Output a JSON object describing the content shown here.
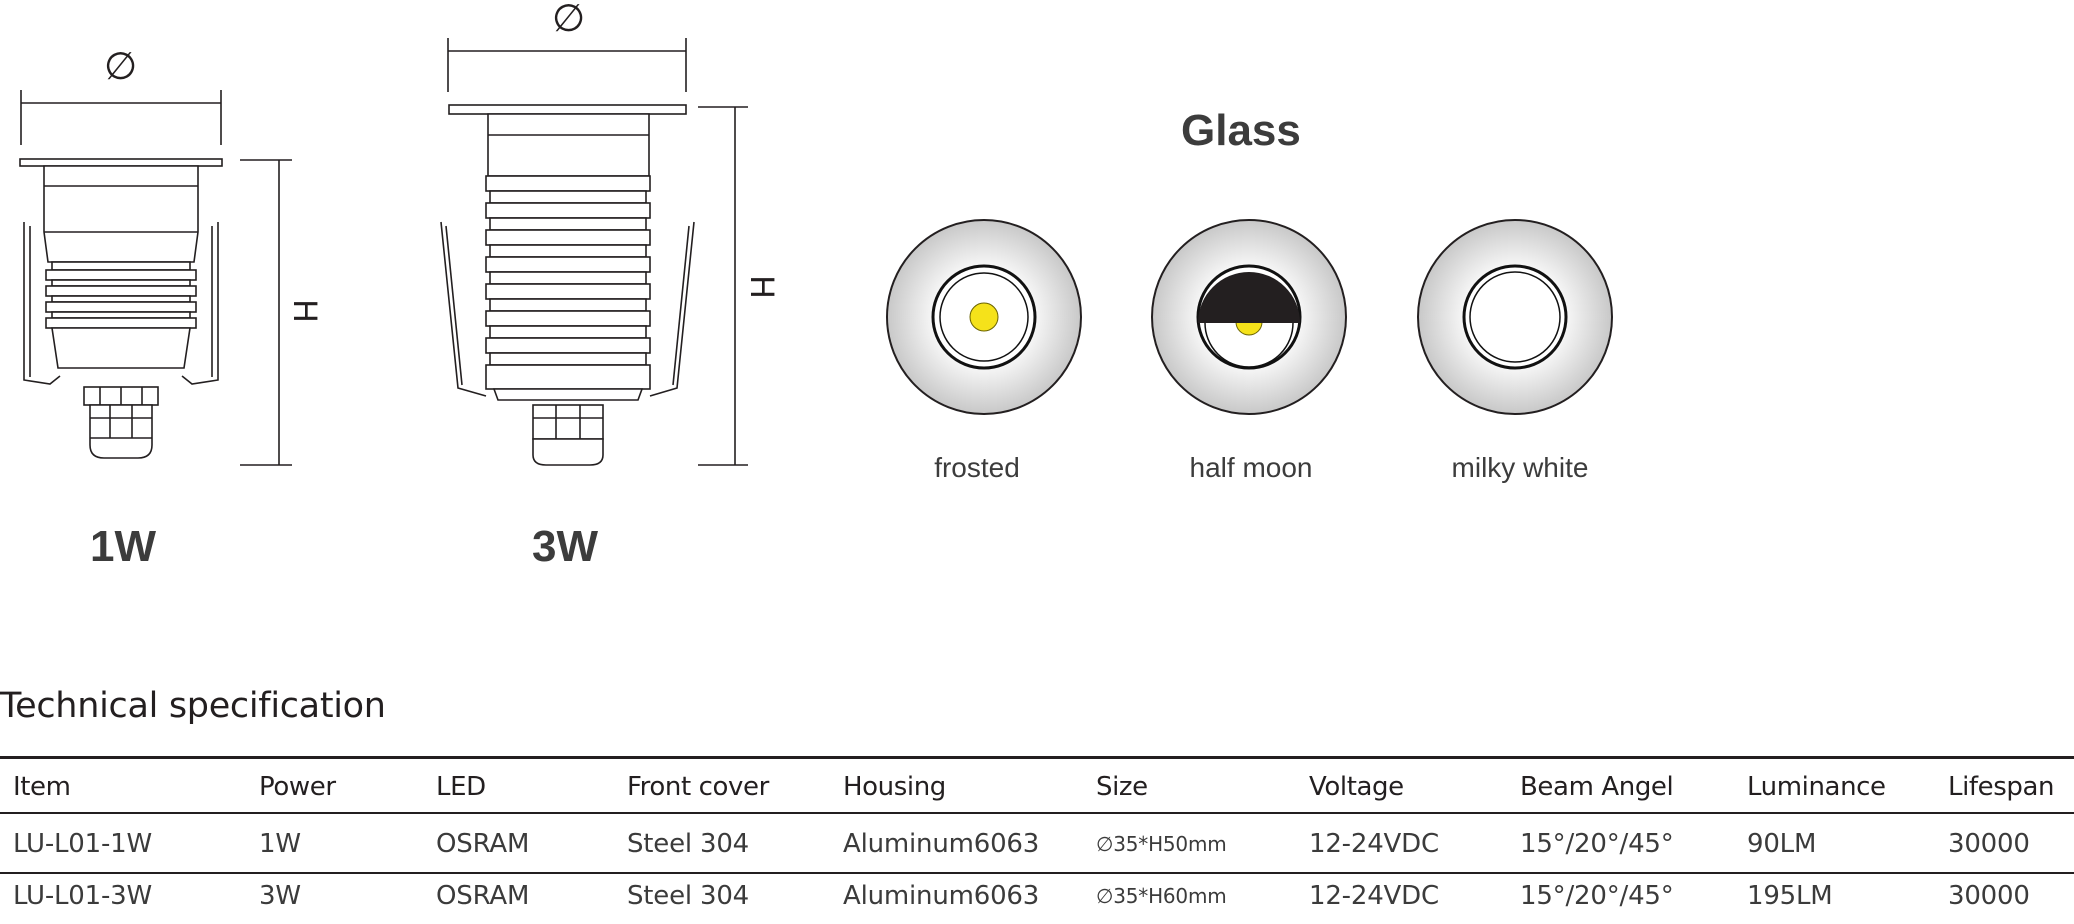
{
  "drawings": {
    "left_model": {
      "label": "1W",
      "diameter_symbol": "∅",
      "height_symbol": "H"
    },
    "right_model": {
      "label": "3W",
      "diameter_symbol": "∅",
      "height_symbol": "H"
    }
  },
  "glass": {
    "title": "Glass",
    "options": [
      {
        "label": "frosted"
      },
      {
        "label": "half moon"
      },
      {
        "label": "milky white"
      }
    ]
  },
  "spec": {
    "title": "Technical specification",
    "headers": [
      "Item",
      "Power",
      "LED",
      "Front cover",
      "Housing",
      "Size",
      "Voltage",
      "Beam Angel",
      "Luminance",
      "Lifespan"
    ],
    "rows": [
      [
        "LU-L01-1W",
        "1W",
        "OSRAM",
        "Steel 304",
        "Aluminum6063",
        "∅35*H50mm",
        "12-24VDC",
        "15°/20°/45°",
        "90LM",
        "30000"
      ],
      [
        "LU-L01-3W",
        "3W",
        "OSRAM",
        "Steel 304",
        "Aluminum6063",
        "∅35*H60mm",
        "12-24VDC",
        "15°/20°/45°",
        "195LM",
        "30000"
      ]
    ]
  },
  "colors": {
    "line": "#231f20",
    "label_grey": "#3c3c3c",
    "led_yellow": "#f5e21a",
    "lens_grey": "#d4d4d4"
  }
}
